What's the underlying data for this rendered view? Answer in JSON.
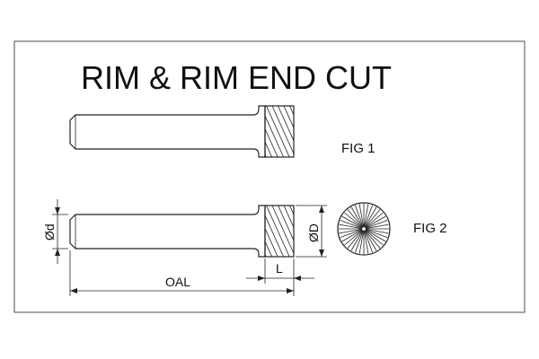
{
  "title": "RIM & RIM END CUT",
  "figures": {
    "fig1_label": "FIG 1",
    "fig2_label": "FIG 2"
  },
  "dimensions": {
    "shank_diameter": "Ød",
    "head_diameter": "ØD",
    "head_length": "L",
    "overall_length": "OAL"
  },
  "colors": {
    "line": "#222222",
    "background": "#ffffff"
  }
}
